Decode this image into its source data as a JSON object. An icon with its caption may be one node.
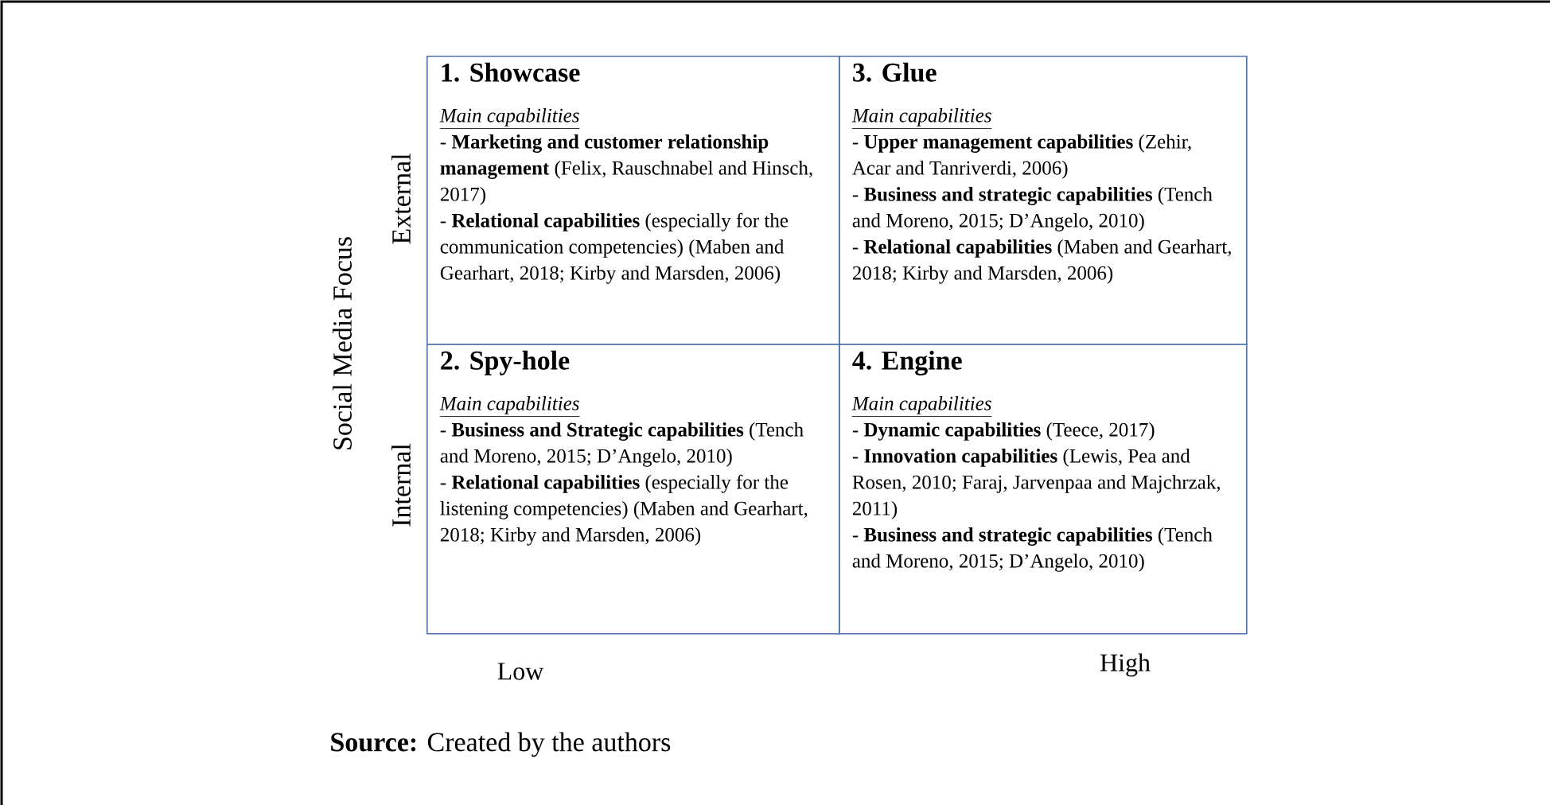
{
  "diagram": {
    "caption": "**Source:** Created by the authors",
    "nodes": [
      {
        "text": [
          "1.  Showcase",
          "Main capabilities",
          "- **Marketing and customer relationship management** (Felix, Rauschnabel and Hinsch, 2017)",
          "- **Relational capabilities** (especially for the communication competencies) (Maben and Gearhart, 2018; Kirby and Marsden, 2006)"
        ]
      },
      {
        "text": [
          "3. Glue",
          "Main capabilities",
          "- **Upper management capabilities** (Zehir, Acar and Tanriverdi,  2006)",
          "- **Business and strategic capabilities** (Tench and Moreno, 2015; D’Angelo, 2010)",
          "- **Relational capabilities** (Maben and Gearhart, 2018;  Kirby and Marsden, 2006)"
        ]
      },
      {
        "text": [
          "2. Spy-hole",
          "Main capabilities",
          "- **Business and Strategic capabilities** (Tench and Moreno, 2015; D’Angelo, 2010)",
          "- **Relational capabilities** (especially for the listening competencies) (Maben and Gearhart, 2018; Kirby and Marsden, 2006)"
        ]
      },
      {
        "text": [
          "4. Engine",
          "Main capabilities",
          "- **Dynamic capabilities** (Teece, 2017)",
          "- **Innovation capabilities** (Lewis, Pea and Rosen, 2010;  Faraj, Jarvenpaa and Majchrzak, 2011)",
          "- **Business and strategic capabilities** (Tench and Moreno, 2015; D’Angelo, 2010)"
        ]
      }
    ],
    "labels": [
      "Social Media Focus",
      "External",
      "Internal",
      "Low",
      "High"
    ]
  }
}
